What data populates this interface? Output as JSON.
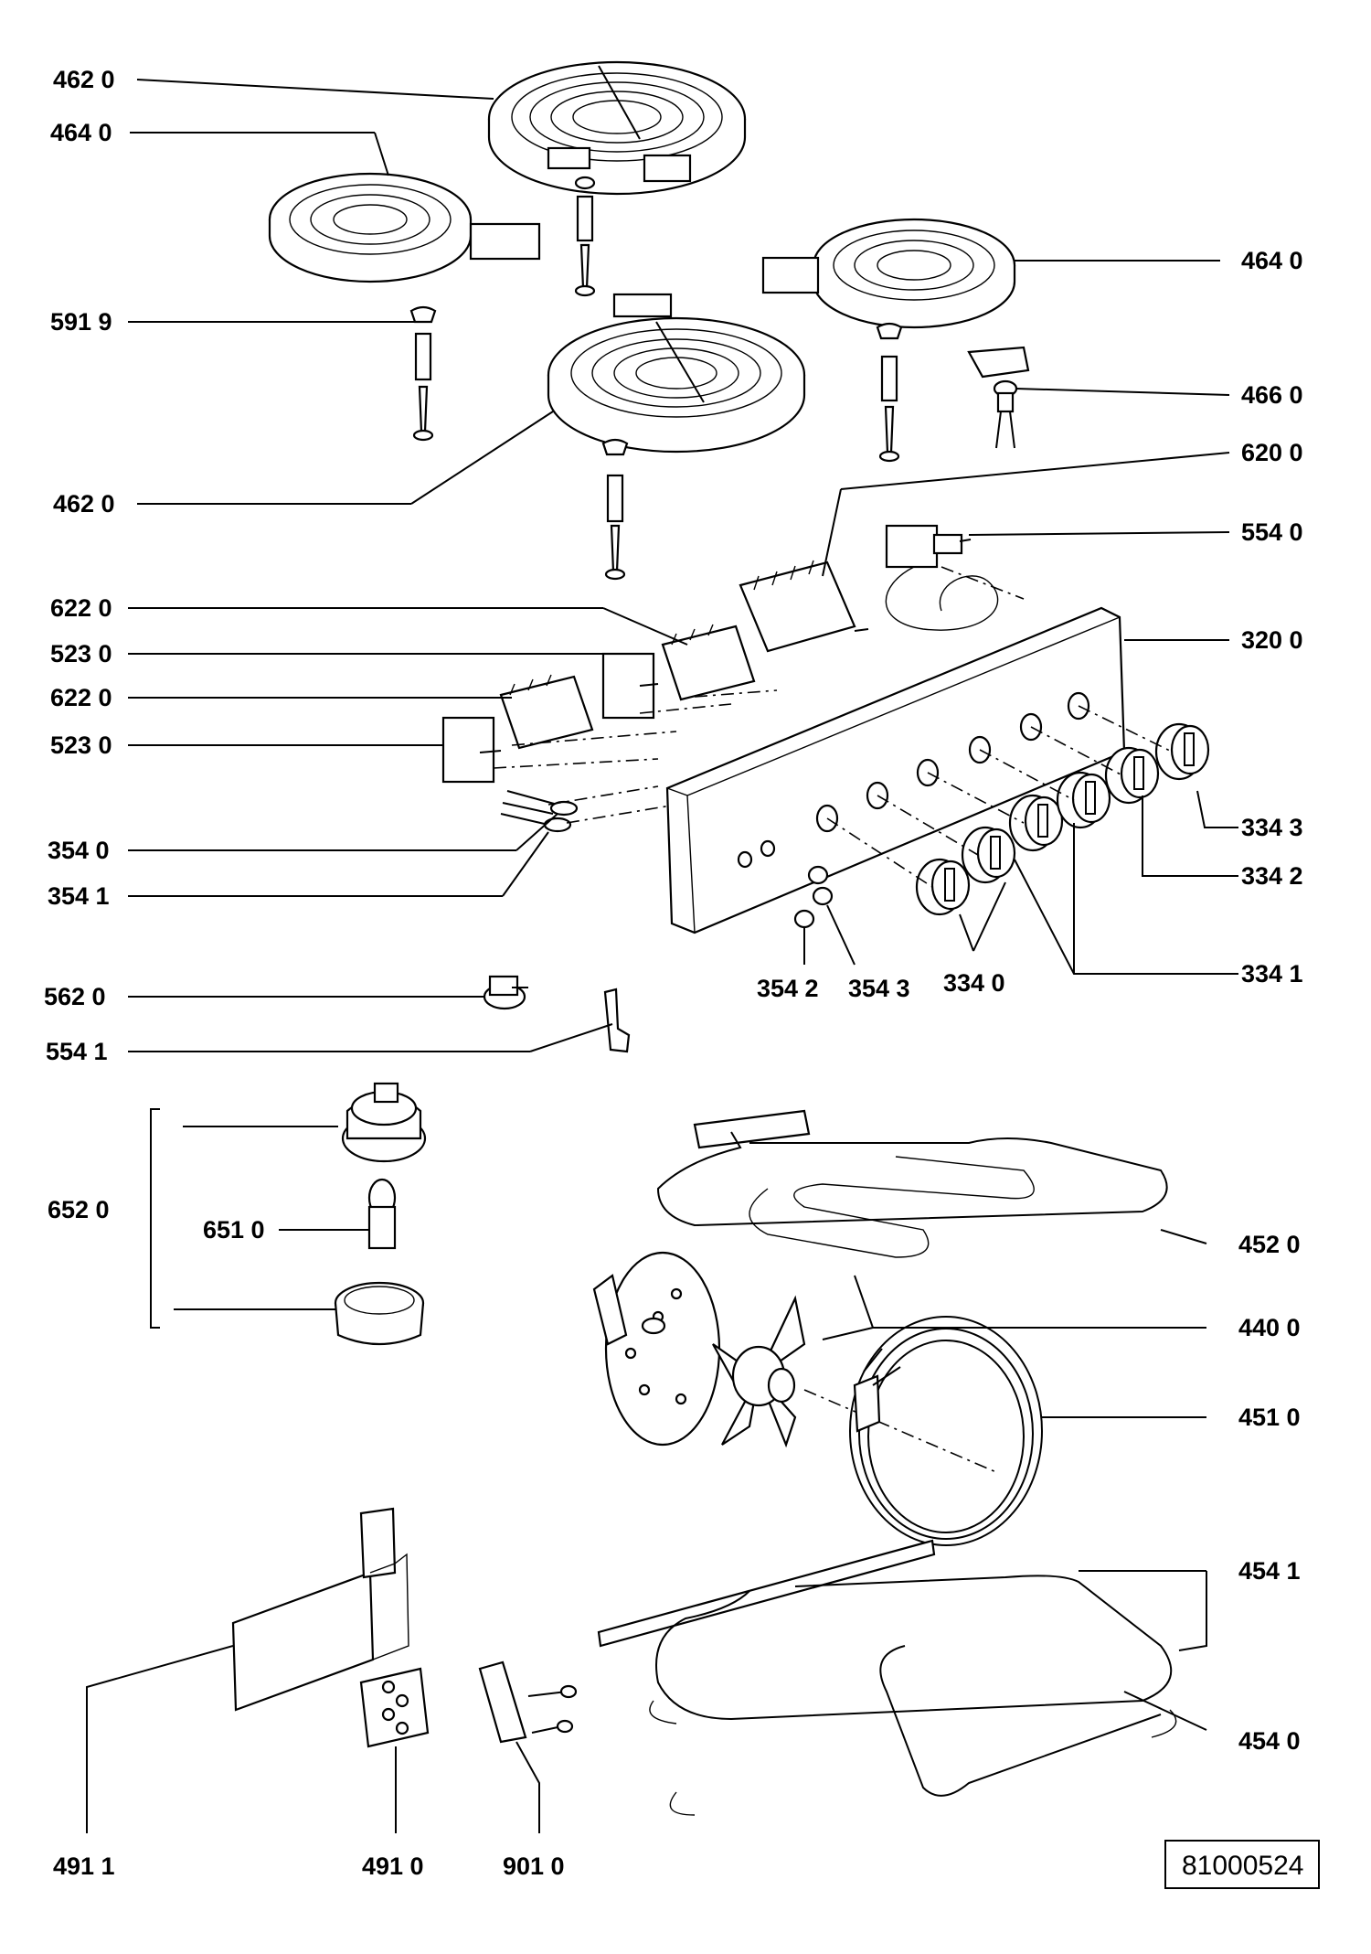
{
  "diagram": {
    "document_number": "81000524",
    "labels": {
      "l_4620_top": "462 0",
      "l_4640_left": "464 0",
      "l_4640_right": "464 0",
      "l_5919": "591 9",
      "l_4660": "466 0",
      "l_6200": "620 0",
      "l_4620_mid": "462 0",
      "l_5540": "554 0",
      "l_6220_a": "622 0",
      "l_3200": "320 0",
      "l_5230_a": "523 0",
      "l_6220_b": "622 0",
      "l_5230_b": "523 0",
      "l_3343": "334 3",
      "l_3540": "354 0",
      "l_3342": "334 2",
      "l_3541": "354 1",
      "l_3341": "334 1",
      "l_3542": "354 2",
      "l_3543": "354 3",
      "l_3340": "334 0",
      "l_5620": "562 0",
      "l_5541": "554 1",
      "l_6520": "652 0",
      "l_6510": "651 0",
      "l_4520": "452 0",
      "l_4400": "440 0",
      "l_4510": "451 0",
      "l_4541": "454 1",
      "l_4540": "454 0",
      "l_4911": "491 1",
      "l_4910": "491 0",
      "l_9010": "901 0"
    }
  }
}
